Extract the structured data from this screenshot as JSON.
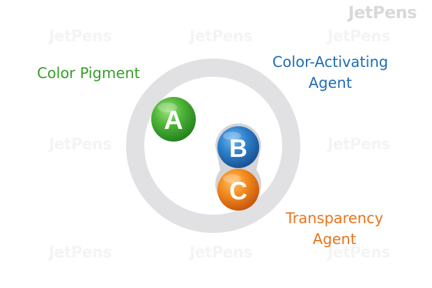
{
  "brand": {
    "logo_text": "JetPens"
  },
  "watermark_text": "JetPens",
  "colors": {
    "ring": "#e1e1e3",
    "pigment": "#35a02a",
    "activating": "#1f6db5",
    "transparency": "#e8741c",
    "watermark": "#f4f4f4"
  },
  "labels": {
    "pigment": {
      "lines": [
        "Color Pigment"
      ]
    },
    "activating": {
      "lines": [
        "Color-Activating",
        "Agent"
      ]
    },
    "transparency": {
      "lines": [
        "Transparency",
        "Agent"
      ]
    }
  },
  "balls": {
    "a": {
      "letter": "A",
      "color_name": "green"
    },
    "b": {
      "letter": "B",
      "color_name": "blue"
    },
    "c": {
      "letter": "C",
      "color_name": "orange"
    }
  }
}
